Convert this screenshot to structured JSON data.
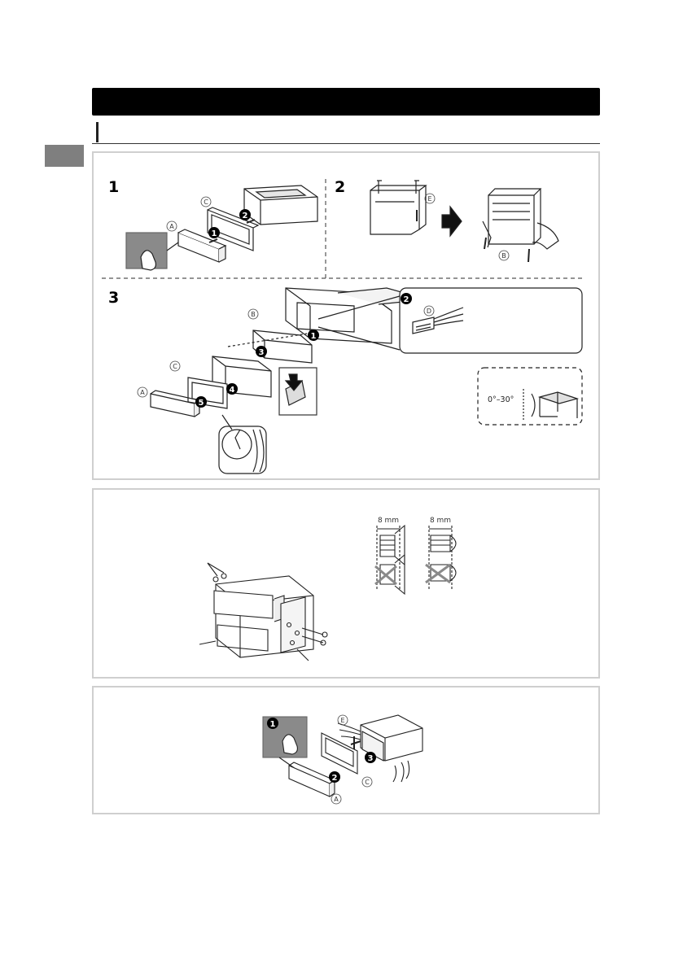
{
  "steps": {
    "s1": "1",
    "s2": "2",
    "s3": "3"
  },
  "part_labels": {
    "a": "A",
    "b": "B",
    "c": "C",
    "d": "D",
    "e": "E"
  },
  "markers": {
    "m1": "1",
    "m2": "2",
    "m3": "3",
    "m4": "4",
    "m5": "5"
  },
  "angle_label": "0°–30°",
  "screw_lengths": {
    "left": "8 mm",
    "right": "8 mm"
  },
  "colors": {
    "title_bar": "#000000",
    "side_tab": "#7f7f7f",
    "panel_border": "#cfcfcf"
  }
}
